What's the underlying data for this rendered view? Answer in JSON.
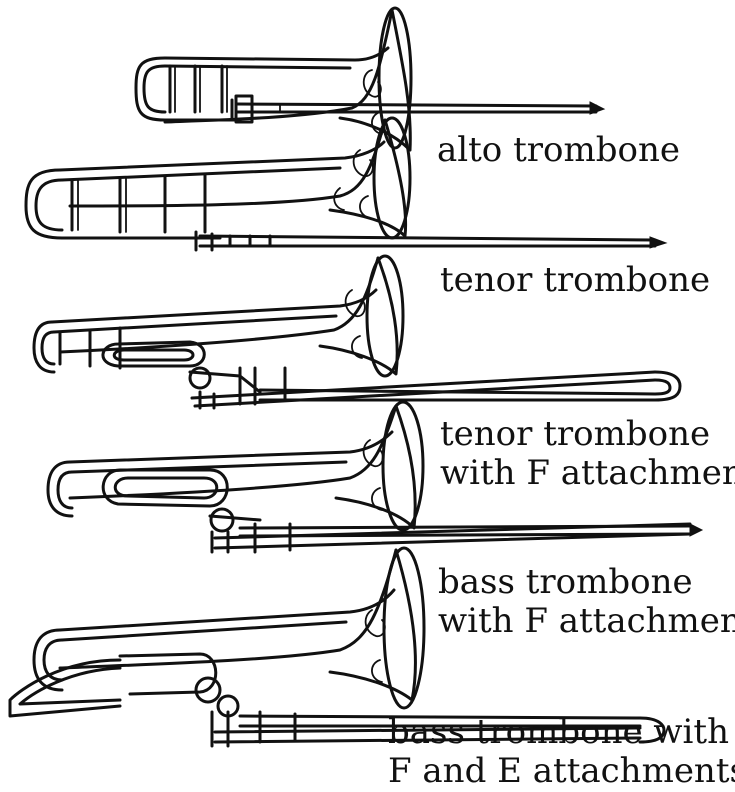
{
  "instruments": [
    {
      "id": "alto",
      "lines": [
        "alto trombone"
      ]
    },
    {
      "id": "tenor",
      "lines": [
        "tenor trombone"
      ]
    },
    {
      "id": "tenor-f",
      "lines": [
        "tenor trombone",
        "with F attachment"
      ]
    },
    {
      "id": "bass-f",
      "lines": [
        "bass trombone",
        "with F attachment"
      ]
    },
    {
      "id": "bass-fe",
      "lines": [
        "bass trombone with",
        "F and E attachments"
      ]
    }
  ],
  "ink_color": "#111111",
  "background_color": "#ffffff"
}
